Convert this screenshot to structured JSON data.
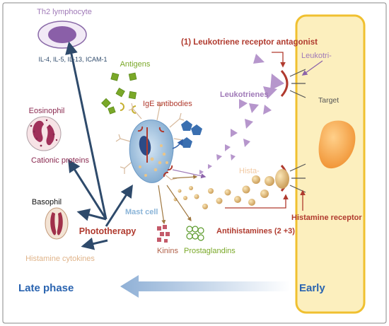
{
  "labels": {
    "th2": "Th2 lymphocyte",
    "interleukins": "IL-4, IL-5, IL-13, ICAM-1",
    "eosinophil": "Eosinophil",
    "cationic": "Cationic proteins",
    "basophil": "Basophil",
    "histamine_cytokines": "Histamine cytokines",
    "phototherapy": "Phototherapy",
    "antigens": "Antigens",
    "ige": "IgE antibodies",
    "mast_cell": "Mast cell",
    "kinins": "Kinins",
    "prostaglandins": "Prostaglandins",
    "lt_antagonist": "(1)  Leukotriene receptor antagonist",
    "leukotri": "Leukotri-",
    "leukotrienes": "Leukotrienes",
    "target": "Target",
    "hista": "Hista-",
    "histamine_receptor": "Histamine receptor",
    "antihistamines": "Antihistamines (2 +3)",
    "late_phase": "Late phase",
    "early": "Early"
  },
  "colors": {
    "dark_red": "#b03a2e",
    "navy": "#2e4a6b",
    "purple": "#a07ab8",
    "olive_green": "#7aa828",
    "green": "#5a9a2a",
    "tan": "#d4a26a",
    "mast_blue": "#8ab4d8",
    "cell_yellow": "#fcefbe",
    "cell_border": "#f0c030",
    "nucleus_orange": "#f5a24a",
    "brick": "#b06048",
    "arrow_blue": "#3060a8"
  },
  "icons": [
    "th2-cell-icon",
    "eosinophil-icon",
    "basophil-icon",
    "mast-cell-icon",
    "antigen-icon",
    "receptor-icon"
  ]
}
